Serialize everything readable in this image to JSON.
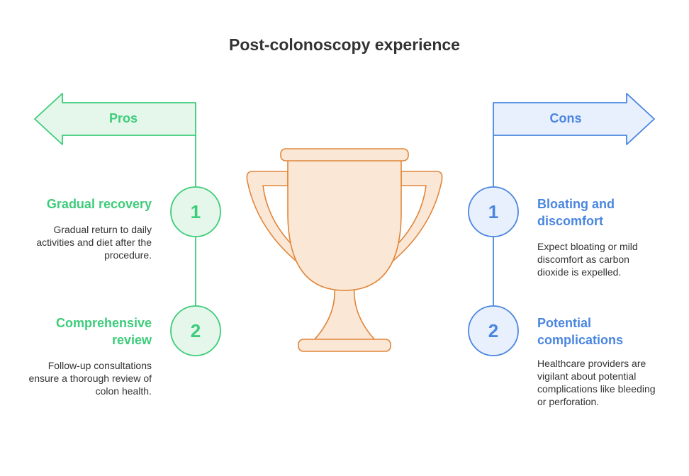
{
  "title": "Post-colonoscopy experience",
  "colors": {
    "pros_stroke": "#3dcc7a",
    "pros_fill": "#e4f7ea",
    "cons_stroke": "#4a86e0",
    "cons_fill": "#e9f0fd",
    "trophy_stroke": "#e0863a",
    "trophy_fill": "#fbe7d6"
  },
  "pros": {
    "label": "Pros",
    "items": [
      {
        "number": "1",
        "title": "Gradual recovery",
        "description": "Gradual return to daily activities and diet after the procedure."
      },
      {
        "number": "2",
        "title": "Comprehensive review",
        "description": "Follow-up consultations ensure a thorough review of colon health."
      }
    ]
  },
  "cons": {
    "label": "Cons",
    "items": [
      {
        "number": "1",
        "title": "Bloating and discomfort",
        "description": "Expect bloating or mild discomfort as carbon dioxide is expelled."
      },
      {
        "number": "2",
        "title": "Potential complications",
        "description": "Healthcare providers are vigilant about potential complications like bleeding or perforation."
      }
    ]
  },
  "icons": {
    "center": "trophy-icon"
  }
}
